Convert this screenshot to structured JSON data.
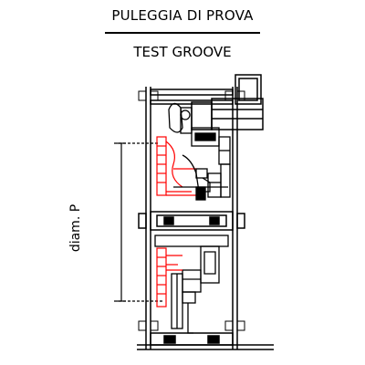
{
  "title": {
    "italian": "PULEGGIA DI PROVA",
    "english": "TEST GROOVE"
  },
  "dimension": {
    "label": "diam.  P"
  },
  "colors": {
    "line": "#000000",
    "highlight": "#ff0000",
    "background": "#ffffff"
  }
}
